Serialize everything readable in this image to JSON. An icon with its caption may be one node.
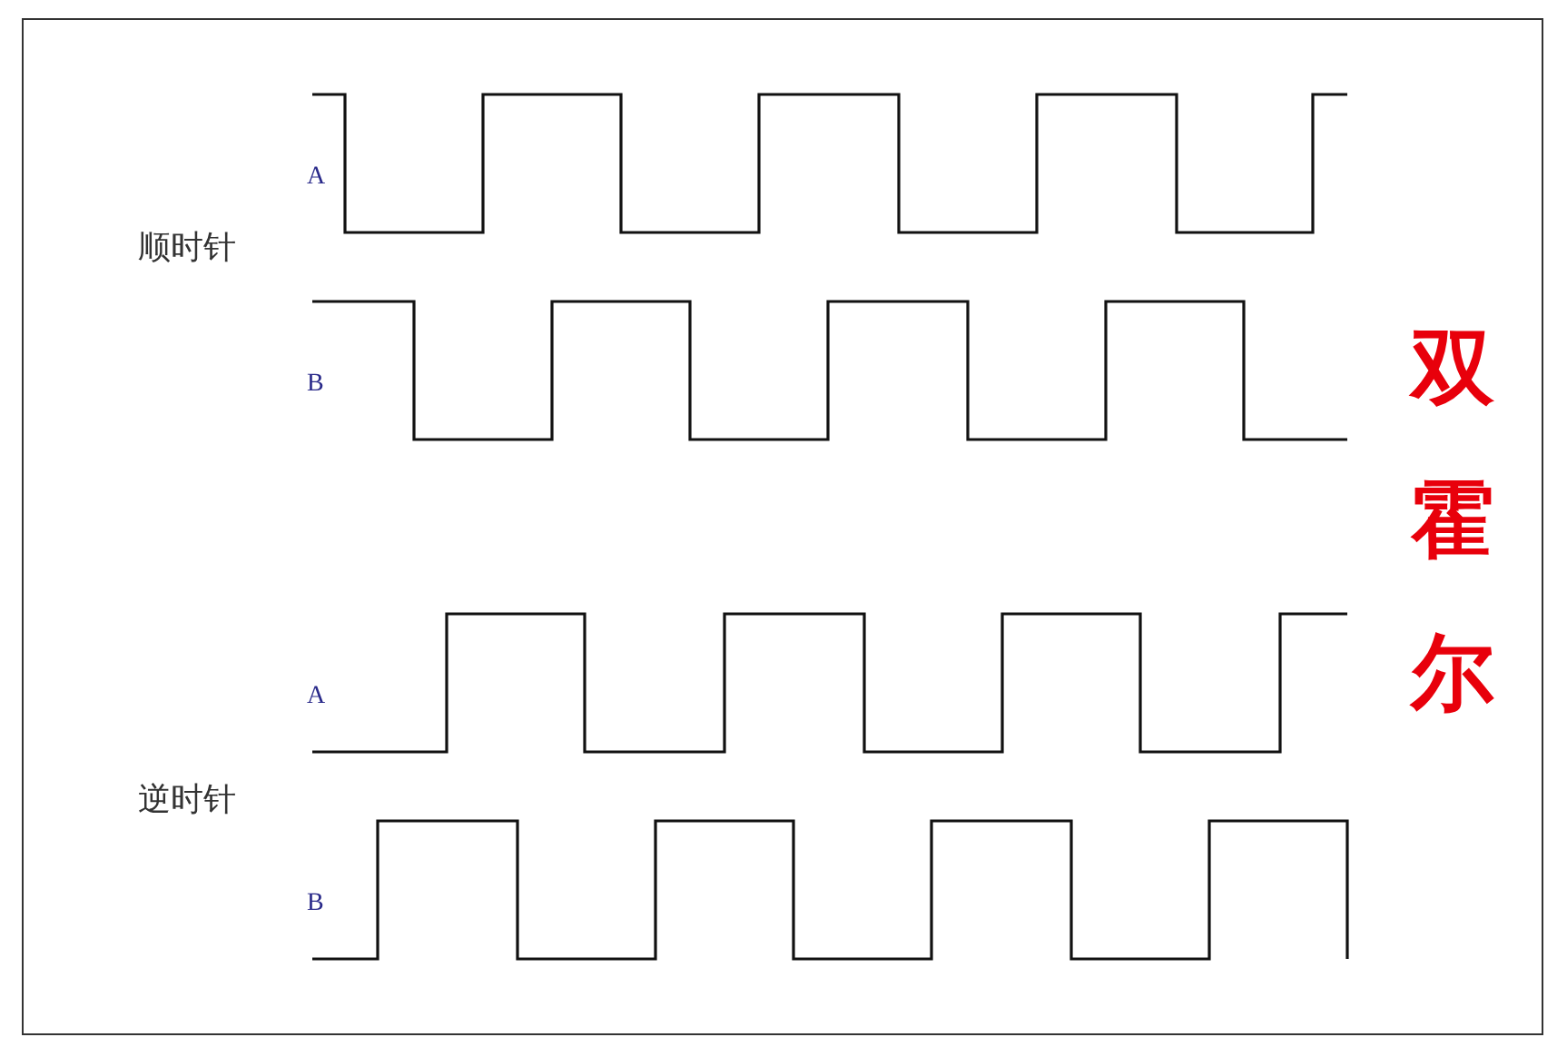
{
  "diagram": {
    "labels": [
      "A",
      "顺时针",
      "B",
      "双霍尔",
      "A",
      "逆时针",
      "B"
    ]
  }
}
